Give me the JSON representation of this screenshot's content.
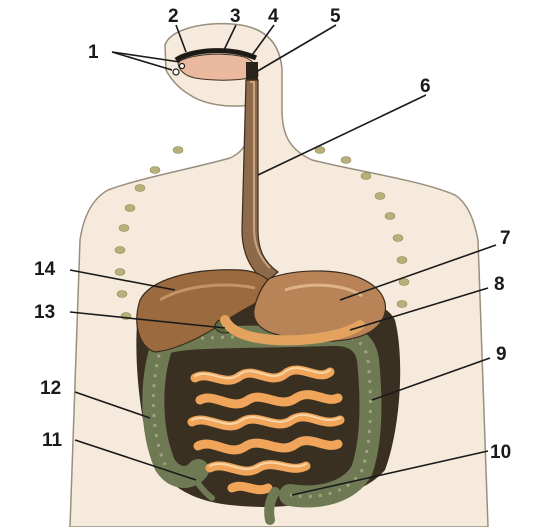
{
  "labels": [
    {
      "id": "1",
      "text": "1"
    },
    {
      "id": "2",
      "text": "2"
    },
    {
      "id": "3",
      "text": "3"
    },
    {
      "id": "4",
      "text": "4"
    },
    {
      "id": "5",
      "text": "5"
    },
    {
      "id": "6",
      "text": "6"
    },
    {
      "id": "7",
      "text": "7"
    },
    {
      "id": "8",
      "text": "8"
    },
    {
      "id": "9",
      "text": "9"
    },
    {
      "id": "10",
      "text": "10"
    },
    {
      "id": "11",
      "text": "11"
    },
    {
      "id": "12",
      "text": "12"
    },
    {
      "id": "13",
      "text": "13"
    },
    {
      "id": "14",
      "text": "14"
    }
  ],
  "colors": {
    "body_fill": "#f5eadb",
    "body_outline": "#9a8f7f",
    "esophagus": "#8e6a4a",
    "liver": "#9b6a3f",
    "stomach": "#b88457",
    "small_intestine": "#f0a55a",
    "large_intestine": "#6f7a55",
    "dark_cavity": "#3a3022",
    "rib_dots": "#b8b07a",
    "label_text": "#1a1a1a"
  }
}
